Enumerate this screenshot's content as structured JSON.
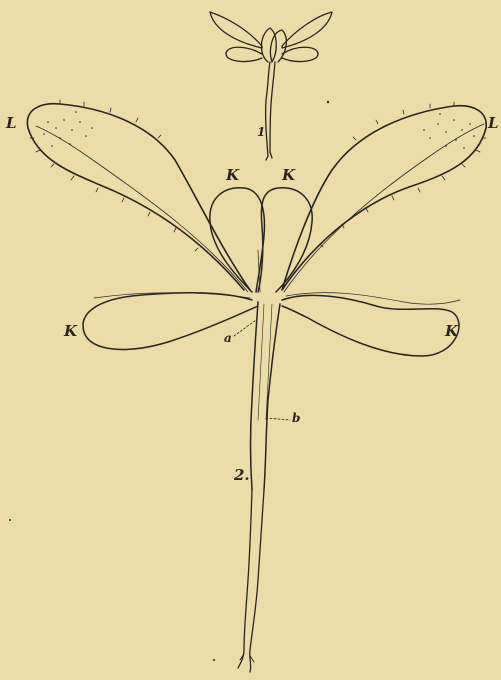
{
  "figure_1": {
    "number_label": "1"
  },
  "figure_2": {
    "number_label": "2.",
    "leaf_label": "L",
    "cotyledon_label": "K",
    "marker_a": "a",
    "marker_b": "b"
  },
  "colors": {
    "background": "#ecdcaa",
    "ink": "#2a241c"
  }
}
